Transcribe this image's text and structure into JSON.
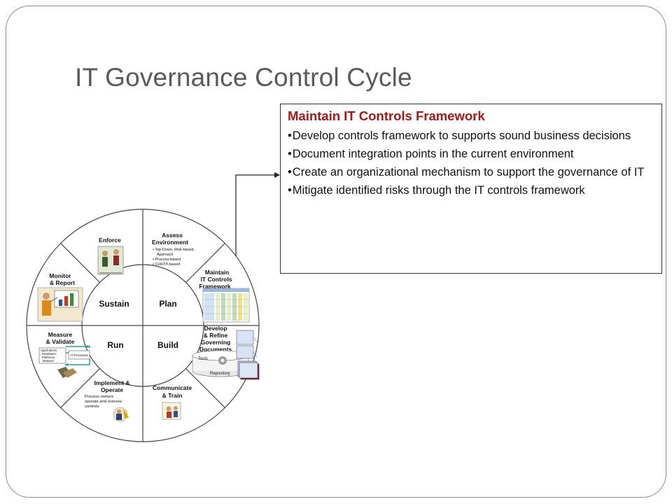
{
  "slide": {
    "title": "IT Governance Control Cycle"
  },
  "callout": {
    "heading": "Maintain IT Controls Framework",
    "items": [
      "Develop controls framework to supports sound business decisions",
      "Document integration points in the current environment",
      "Create an organizational mechanism to support the governance of IT",
      "Mitigate identified risks through the IT controls framework"
    ]
  },
  "diagram": {
    "quadrants": {
      "sustain": "Sustain",
      "plan": "Plan",
      "run": "Run",
      "build": "Build"
    },
    "segments": {
      "enforce": "Enforce",
      "assess_line1": "Assess",
      "assess_line2": "Environment",
      "assess_bullets": [
        "• Top-Down, Risk-based",
        "  Approach",
        "• Process-based",
        "• CobiT®-based"
      ],
      "maintain_line1": "Maintain",
      "maintain_line2": "IT Controls",
      "maintain_line3": "Framework",
      "develop_line1": "Develop",
      "develop_line2": "& Refine",
      "develop_line3": "Governing",
      "develop_line4": "Documents",
      "tools": "Tools",
      "repository": "Repository",
      "communicate_line1": "Communicate",
      "communicate_line2": "& Train",
      "implement_line1": "Implement &",
      "implement_line2": "Operate",
      "implement_note": [
        "Process owners",
        "operate and oversee",
        "controls"
      ],
      "measure_line1": "Measure",
      "measure_line2": "& Validate",
      "measure_box1": [
        "Applications",
        "Databases",
        "Platforms",
        "Network"
      ],
      "measure_box2": "IT Processes",
      "monitor_line1": "Monitor",
      "monitor_line2": "& Report"
    }
  }
}
